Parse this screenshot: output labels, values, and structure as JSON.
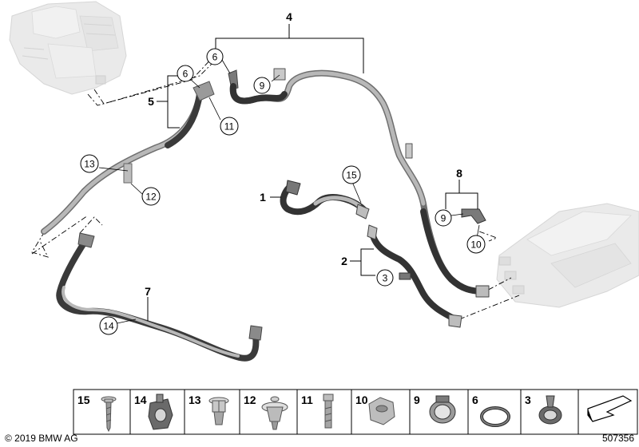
{
  "callouts": {
    "n1": "1",
    "n2": "2",
    "n3": "3",
    "n4": "4",
    "n5": "5",
    "n6a": "6",
    "n6b": "6",
    "n7": "7",
    "n8": "8",
    "n9a": "9",
    "n9b": "9",
    "n10": "10",
    "n11": "11",
    "n12": "12",
    "n13": "13",
    "n14": "14",
    "n15": "15"
  },
  "parts_strip": {
    "items": [
      {
        "label": "15",
        "icon": "screw-icon"
      },
      {
        "label": "14",
        "icon": "hose-clip-icon"
      },
      {
        "label": "13",
        "icon": "expanding-rivet-icon"
      },
      {
        "label": "12",
        "icon": "plastic-rivet-icon"
      },
      {
        "label": "11",
        "icon": "bolt-icon"
      },
      {
        "label": "10",
        "icon": "nut-icon"
      },
      {
        "label": "9",
        "icon": "clamp-icon"
      },
      {
        "label": "6",
        "icon": "o-ring-icon"
      },
      {
        "label": "3",
        "icon": "holder-clip-icon"
      },
      {
        "label": "",
        "icon": "arrow-symbol-icon"
      }
    ]
  },
  "footer": {
    "copyright": "© 2019 BMW AG",
    "diagram_number": "507356"
  },
  "colors": {
    "hose_gray": "#a9a9a9",
    "hose_black": "#3a3a3a",
    "component_gray": "#d7d7d7",
    "line": "#000000"
  }
}
